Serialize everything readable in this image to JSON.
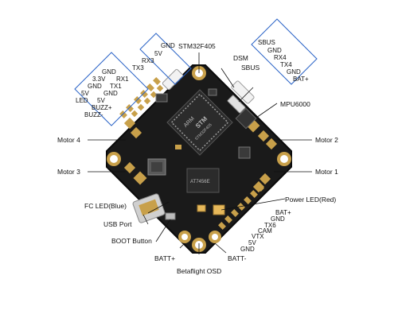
{
  "labels": {
    "mcu": "STM32F405",
    "gyro": "MPU6000",
    "osd": "Betaflight OSD",
    "motor1": "Motor 1",
    "motor2": "Motor 2",
    "motor3": "Motor 3",
    "motor4": "Motor 4",
    "fc_led": "FC LED(Blue)",
    "usb_port": "USB Port",
    "boot_button": "BOOT Button",
    "power_led": "Power LED(Red)",
    "batt_plus": "BATT+",
    "batt_minus": "BATT-",
    "dsm": "DSM",
    "sbus_top": "SBUS"
  },
  "pinouts": {
    "top_left_box": [
      "GND",
      "5V",
      "RX3",
      "TX3"
    ],
    "left_box": [
      "GND",
      "3.3V",
      "RX1",
      "GND",
      "TX1",
      "5V",
      "LED",
      "GND",
      "5V",
      "BUZZ+",
      "BUZZ-"
    ],
    "right_box": [
      "SBUS",
      "GND",
      "RX4",
      "TX4",
      "GND",
      "BAT+"
    ],
    "bottom_right_pads": [
      "BAT+",
      "GND",
      "TX6",
      "CAM",
      "VTX",
      "5V",
      "GND"
    ]
  },
  "chip_marks": {
    "mcu_logo": "ARM",
    "mcu_brand": "STM",
    "mcu_part": "STM32F405",
    "osd_part": "AT7456E"
  },
  "colors": {
    "board": "#1a1a1a",
    "gold": "#c8a04a",
    "chip": "#2b2b2b",
    "connector": "#f2f2f2",
    "callout": "#2a63c7"
  }
}
